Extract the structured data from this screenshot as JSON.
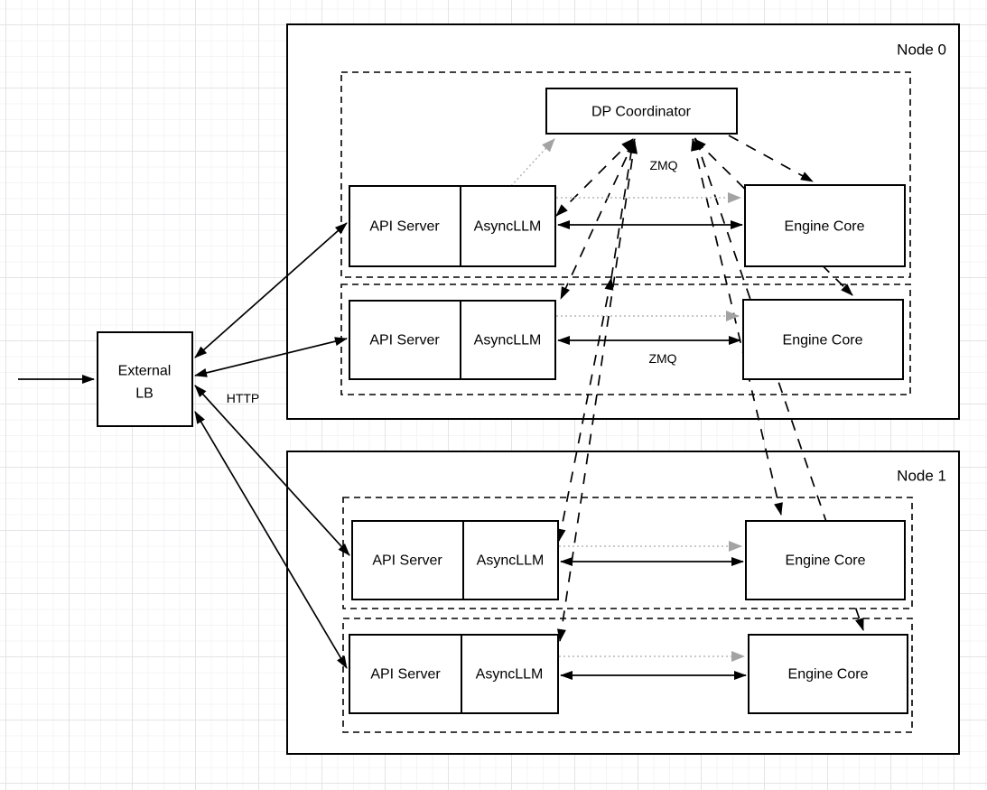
{
  "labels": {
    "node0": "Node 0",
    "node1": "Node 1",
    "dp_coordinator": "DP Coordinator",
    "external_lb_line1": "External",
    "external_lb_line2": "LB",
    "http": "HTTP",
    "zmq_row1": "ZMQ",
    "zmq_row2": "ZMQ"
  },
  "rows": [
    {
      "api": "API Server",
      "asyncllm": "AsyncLLM",
      "engine": "Engine Core"
    },
    {
      "api": "API Server",
      "asyncllm": "AsyncLLM",
      "engine": "Engine Core"
    },
    {
      "api": "API Server",
      "asyncllm": "AsyncLLM",
      "engine": "Engine Core"
    },
    {
      "api": "API Server",
      "asyncllm": "AsyncLLM",
      "engine": "Engine Core"
    }
  ],
  "colors": {
    "stroke": "#000000",
    "box_fill": "#ffffff",
    "dotted_arrow": "#b5b5b5",
    "dotted_arrowhead": "#a3a3a3",
    "grid_minor": "#f4f4f7",
    "grid_major": "#e4e4e8",
    "background": "#ffffff"
  }
}
